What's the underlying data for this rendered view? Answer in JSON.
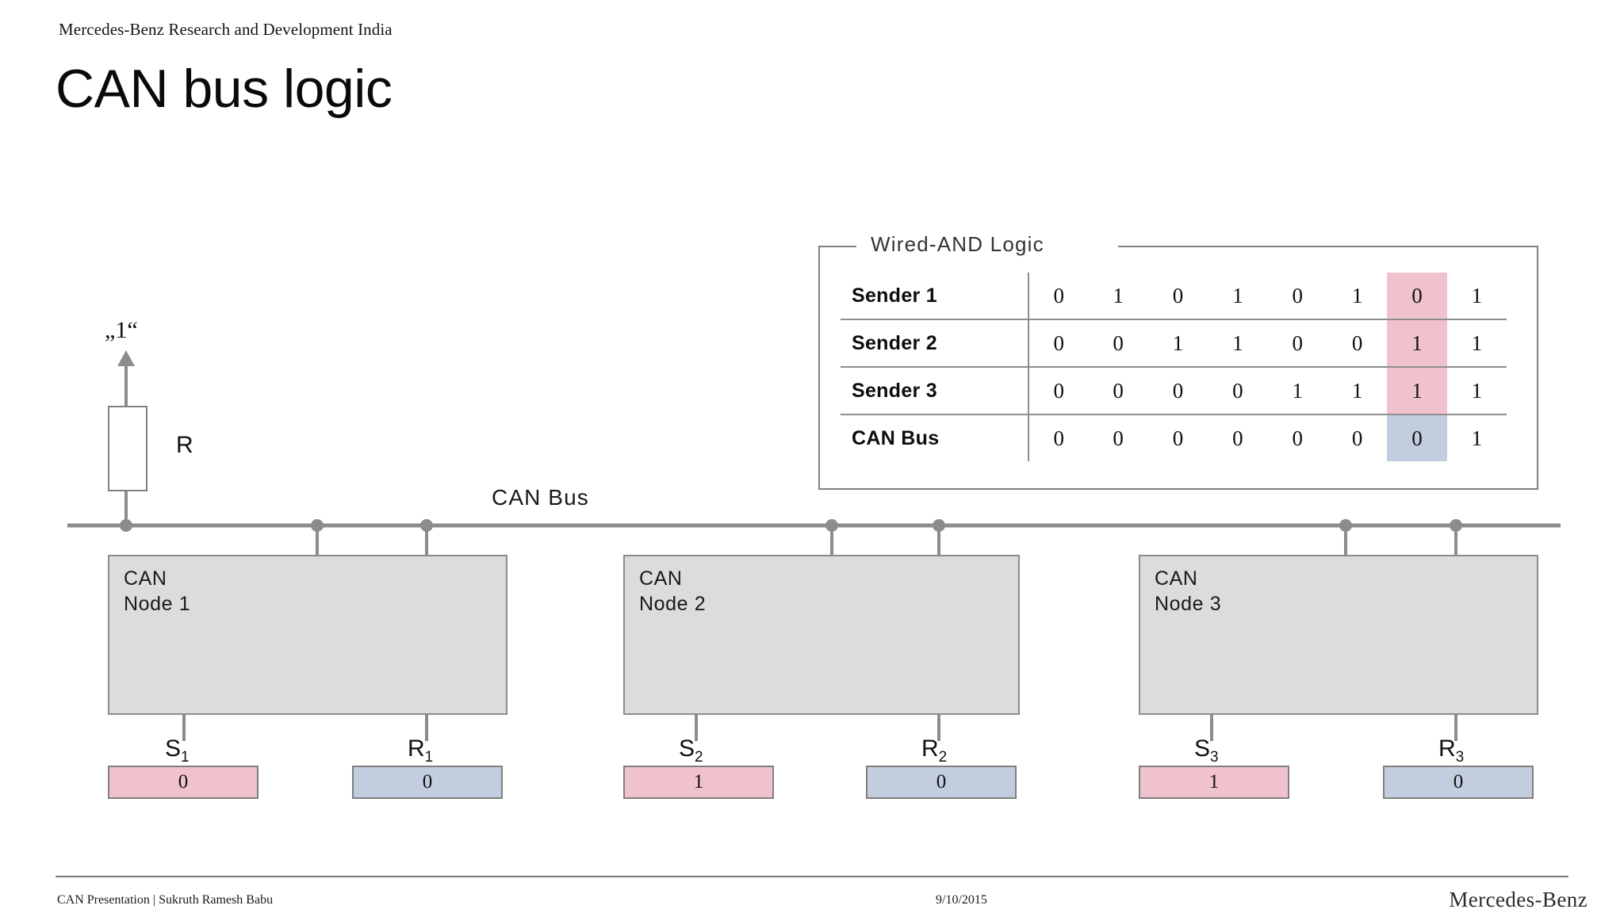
{
  "header": {
    "eyebrow": "Mercedes-Benz Research and Development India",
    "title": "CAN bus logic"
  },
  "footer": {
    "left": "CAN Presentation | Sukruth Ramesh Babu",
    "date": "9/10/2015",
    "brand": "Mercedes-Benz"
  },
  "colors": {
    "sender_highlight": "#f0c2cd",
    "bus_highlight": "#c3cde0",
    "node_fill": "#dcdcdc",
    "wire": "#8c8c8c"
  },
  "wired_and": {
    "legend": "Wired-AND Logic",
    "rows": [
      {
        "label": "Sender 1",
        "values": [
          "0",
          "1",
          "0",
          "1",
          "0",
          "1",
          "0",
          "1"
        ],
        "highlight_index": 6,
        "highlight": "pink"
      },
      {
        "label": "Sender 2",
        "values": [
          "0",
          "0",
          "1",
          "1",
          "0",
          "0",
          "1",
          "1"
        ],
        "highlight_index": 6,
        "highlight": "pink"
      },
      {
        "label": "Sender 3",
        "values": [
          "0",
          "0",
          "0",
          "0",
          "1",
          "1",
          "1",
          "1"
        ],
        "highlight_index": 6,
        "highlight": "pink"
      },
      {
        "label": "CAN Bus",
        "values": [
          "0",
          "0",
          "0",
          "0",
          "0",
          "0",
          "0",
          "1"
        ],
        "highlight_index": 6,
        "highlight": "blue"
      }
    ]
  },
  "circuit": {
    "supply_label": "„1“",
    "resistor_label": "R",
    "bus_caption": "CAN Bus",
    "nodes": [
      {
        "title": "CAN\nNode 1",
        "send": {
          "label": "S",
          "sub": "1",
          "value": "0"
        },
        "recv": {
          "label": "R",
          "sub": "1",
          "value": "0"
        }
      },
      {
        "title": "CAN\nNode 2",
        "send": {
          "label": "S",
          "sub": "2",
          "value": "1"
        },
        "recv": {
          "label": "R",
          "sub": "2",
          "value": "0"
        }
      },
      {
        "title": "CAN\nNode 3",
        "send": {
          "label": "S",
          "sub": "3",
          "value": "1"
        },
        "recv": {
          "label": "R",
          "sub": "3",
          "value": "0"
        }
      }
    ]
  }
}
